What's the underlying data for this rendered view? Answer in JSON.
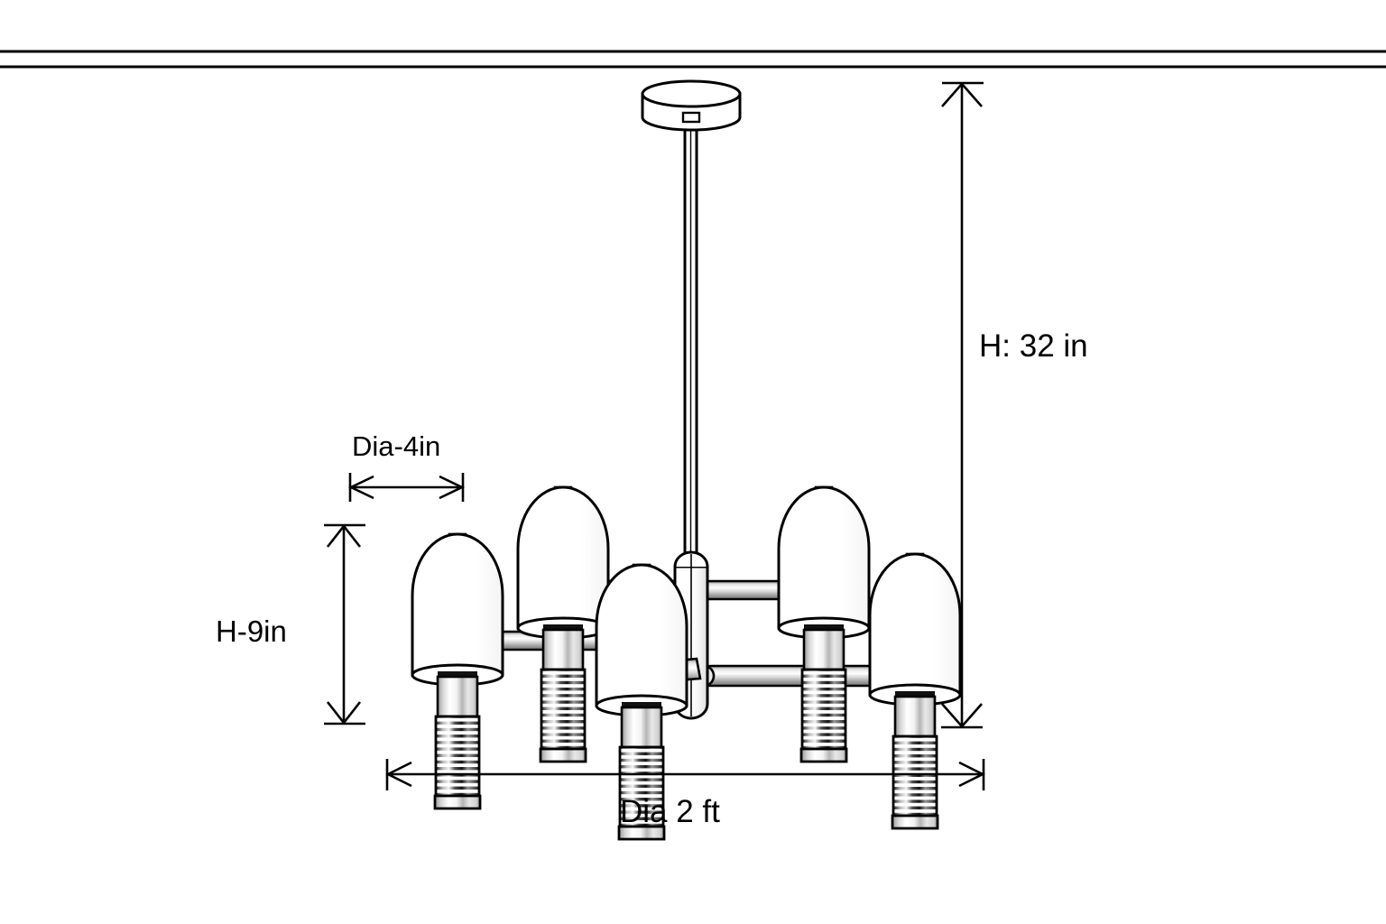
{
  "drawing": {
    "title": "Chandelier dimensioned elevation drawing",
    "background_color": "#ffffff",
    "line_color": "#000000",
    "view": "front elevation",
    "product": "5-light chandelier"
  },
  "dimensions": {
    "overall_height": {
      "id": "h-total",
      "label": "H: 32 in",
      "value": 32,
      "unit": "in",
      "orientation": "vertical",
      "measures": "ceiling to bottom of fixture"
    },
    "shade_diameter": {
      "id": "dia-shade",
      "label": "Dia-4in",
      "value": 4,
      "unit": "in",
      "orientation": "horizontal",
      "measures": "individual shade diameter"
    },
    "fixture_height": {
      "id": "h-fixture",
      "label": "H-9in",
      "value": 9,
      "unit": "in",
      "orientation": "vertical",
      "measures": "lamp head height"
    },
    "overall_diameter": {
      "id": "dia-overall",
      "label": "Dia 2 ft",
      "value": 2,
      "unit": "ft",
      "orientation": "horizontal",
      "measures": "overall fixture spread"
    }
  },
  "parts": {
    "ceiling": "ceiling-line",
    "canopy": "ceiling-canopy",
    "stem": "stem-rod",
    "hub": "center-hub",
    "arms": "support-arms",
    "lamps": [
      {
        "id": "lamp-far-left",
        "position": "far-left"
      },
      {
        "id": "lamp-back-left",
        "position": "back-left"
      },
      {
        "id": "lamp-front-center",
        "position": "front-center"
      },
      {
        "id": "lamp-back-right",
        "position": "back-right"
      },
      {
        "id": "lamp-far-right",
        "position": "far-right"
      }
    ]
  }
}
